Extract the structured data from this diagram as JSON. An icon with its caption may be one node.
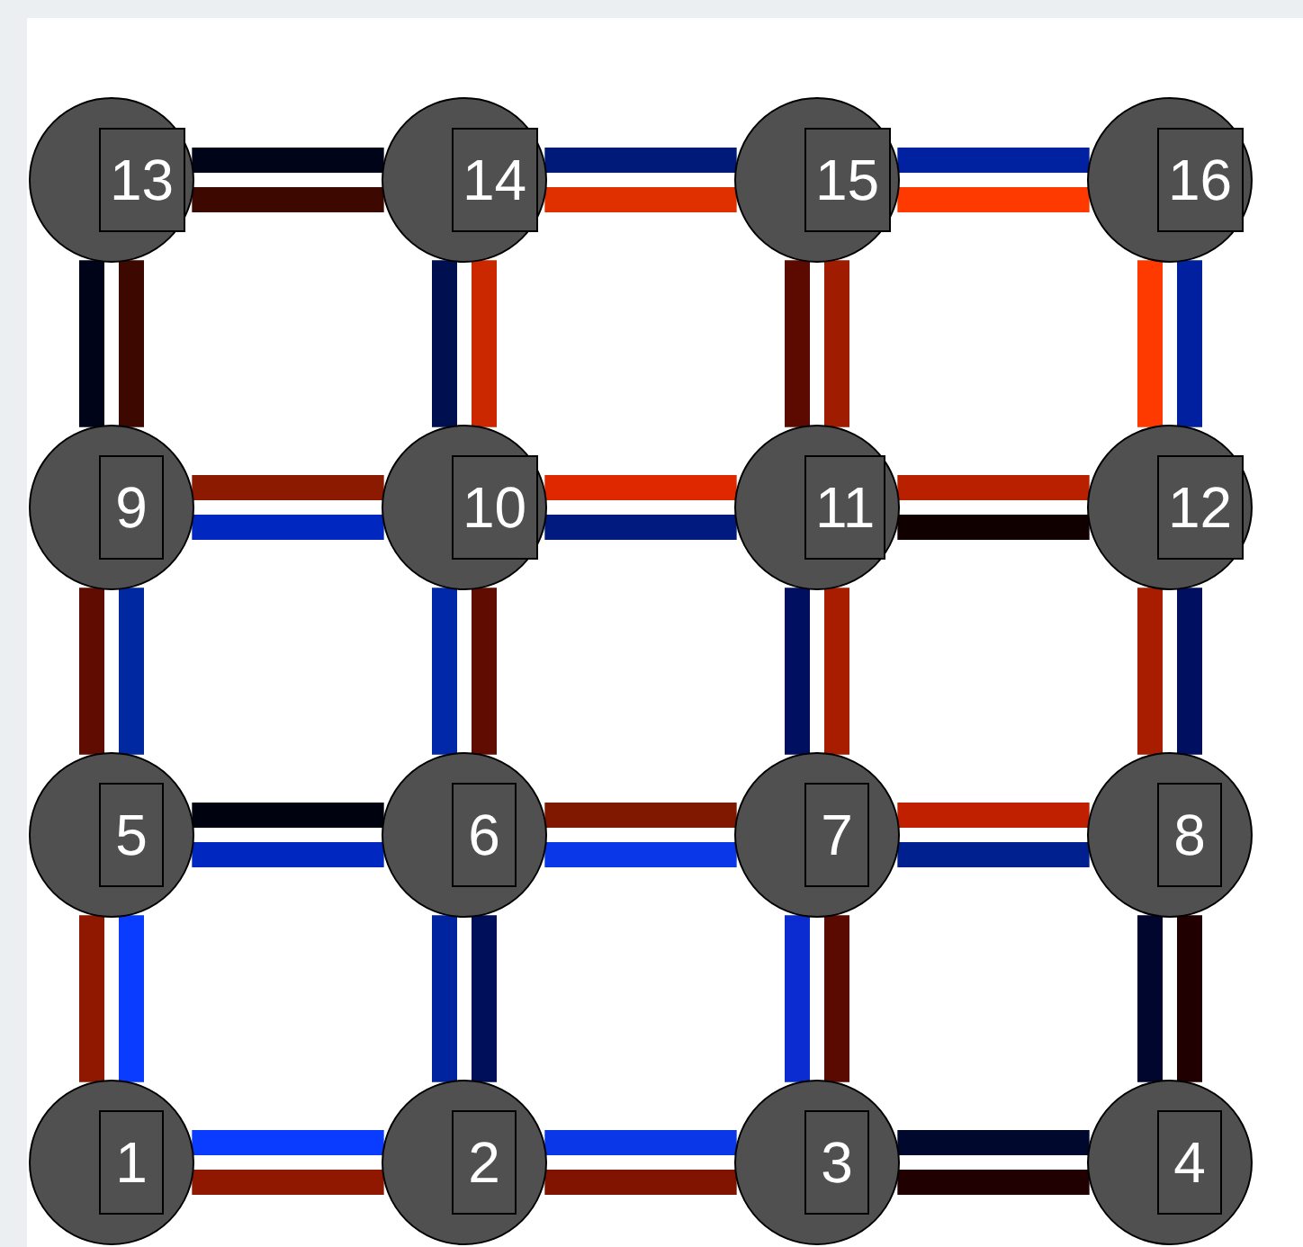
{
  "diagram": {
    "nodes": [
      {
        "text": [
          "13"
        ]
      },
      {
        "text": [
          "14"
        ]
      },
      {
        "text": [
          "15"
        ]
      },
      {
        "text": [
          "16"
        ]
      },
      {
        "text": [
          "9"
        ]
      },
      {
        "text": [
          "10"
        ]
      },
      {
        "text": [
          "11"
        ]
      },
      {
        "text": [
          "12"
        ]
      },
      {
        "text": [
          "5"
        ]
      },
      {
        "text": [
          "6"
        ]
      },
      {
        "text": [
          "7"
        ]
      },
      {
        "text": [
          "8"
        ]
      },
      {
        "text": [
          "1"
        ]
      },
      {
        "text": [
          "2"
        ]
      },
      {
        "text": [
          "3"
        ]
      },
      {
        "text": [
          "4"
        ]
      }
    ],
    "edges": [
      {
        "from": 0,
        "to": 1,
        "arrow": "none",
        "color": "#000418"
      },
      {
        "from": 0,
        "to": 1,
        "arrow": "none",
        "color": "#3d0800"
      },
      {
        "from": 1,
        "to": 2,
        "arrow": "none",
        "color": "#001a7a"
      },
      {
        "from": 1,
        "to": 2,
        "arrow": "none",
        "color": "#e03000"
      },
      {
        "from": 2,
        "to": 3,
        "arrow": "none",
        "color": "#0022a0"
      },
      {
        "from": 2,
        "to": 3,
        "arrow": "none",
        "color": "#ff3a00"
      },
      {
        "from": 4,
        "to": 5,
        "arrow": "none",
        "color": "#8c1a00"
      },
      {
        "from": 4,
        "to": 5,
        "arrow": "none",
        "color": "#0028c0"
      },
      {
        "from": 5,
        "to": 6,
        "arrow": "none",
        "color": "#e02800"
      },
      {
        "from": 5,
        "to": 6,
        "arrow": "none",
        "color": "#001a80"
      },
      {
        "from": 6,
        "to": 7,
        "arrow": "none",
        "color": "#b82000"
      },
      {
        "from": 6,
        "to": 7,
        "arrow": "none",
        "color": "#100000"
      },
      {
        "from": 8,
        "to": 9,
        "arrow": "none",
        "color": "#00020f"
      },
      {
        "from": 8,
        "to": 9,
        "arrow": "none",
        "color": "#0028c0"
      },
      {
        "from": 9,
        "to": 10,
        "arrow": "none",
        "color": "#801800"
      },
      {
        "from": 9,
        "to": 10,
        "arrow": "none",
        "color": "#0a38e8"
      },
      {
        "from": 10,
        "to": 11,
        "arrow": "none",
        "color": "#c02000"
      },
      {
        "from": 10,
        "to": 11,
        "arrow": "none",
        "color": "#002090"
      },
      {
        "from": 12,
        "to": 13,
        "arrow": "none",
        "color": "#0a3cff"
      },
      {
        "from": 12,
        "to": 13,
        "arrow": "none",
        "color": "#901800"
      },
      {
        "from": 13,
        "to": 14,
        "arrow": "none",
        "color": "#0a38e8"
      },
      {
        "from": 13,
        "to": 14,
        "arrow": "none",
        "color": "#801400"
      },
      {
        "from": 14,
        "to": 15,
        "arrow": "none",
        "color": "#00082e"
      },
      {
        "from": 14,
        "to": 15,
        "arrow": "none",
        "color": "#200000"
      },
      {
        "from": 0,
        "to": 4,
        "arrow": "none",
        "color": "#000418"
      },
      {
        "from": 0,
        "to": 4,
        "arrow": "none",
        "color": "#3d0800"
      },
      {
        "from": 1,
        "to": 5,
        "arrow": "none",
        "color": "#000f50"
      },
      {
        "from": 1,
        "to": 5,
        "arrow": "none",
        "color": "#cc2800"
      },
      {
        "from": 2,
        "to": 6,
        "arrow": "none",
        "color": "#5c0a00"
      },
      {
        "from": 2,
        "to": 6,
        "arrow": "none",
        "color": "#a01c00"
      },
      {
        "from": 3,
        "to": 7,
        "arrow": "none",
        "color": "#ff3a00"
      },
      {
        "from": 3,
        "to": 7,
        "arrow": "none",
        "color": "#0020a0"
      },
      {
        "from": 4,
        "to": 8,
        "arrow": "none",
        "color": "#600c00"
      },
      {
        "from": 4,
        "to": 8,
        "arrow": "none",
        "color": "#0028a0"
      },
      {
        "from": 5,
        "to": 9,
        "arrow": "none",
        "color": "#0028a8"
      },
      {
        "from": 5,
        "to": 9,
        "arrow": "none",
        "color": "#600c00"
      },
      {
        "from": 6,
        "to": 10,
        "arrow": "none",
        "color": "#000f60"
      },
      {
        "from": 6,
        "to": 10,
        "arrow": "none",
        "color": "#a81c00"
      },
      {
        "from": 7,
        "to": 11,
        "arrow": "none",
        "color": "#a81c00"
      },
      {
        "from": 7,
        "to": 11,
        "arrow": "none",
        "color": "#000f60"
      },
      {
        "from": 8,
        "to": 12,
        "arrow": "none",
        "color": "#901800"
      },
      {
        "from": 8,
        "to": 12,
        "arrow": "none",
        "color": "#0a3cff"
      },
      {
        "from": 9,
        "to": 13,
        "arrow": "none",
        "color": "#0024a0"
      },
      {
        "from": 9,
        "to": 13,
        "arrow": "none",
        "color": "#000f5a"
      },
      {
        "from": 10,
        "to": 14,
        "arrow": "none",
        "color": "#0a2cd0"
      },
      {
        "from": 10,
        "to": 14,
        "arrow": "none",
        "color": "#5a0a00"
      },
      {
        "from": 11,
        "to": 15,
        "arrow": "none",
        "color": "#00062e"
      },
      {
        "from": 11,
        "to": 15,
        "arrow": "none",
        "color": "#200000"
      }
    ]
  }
}
